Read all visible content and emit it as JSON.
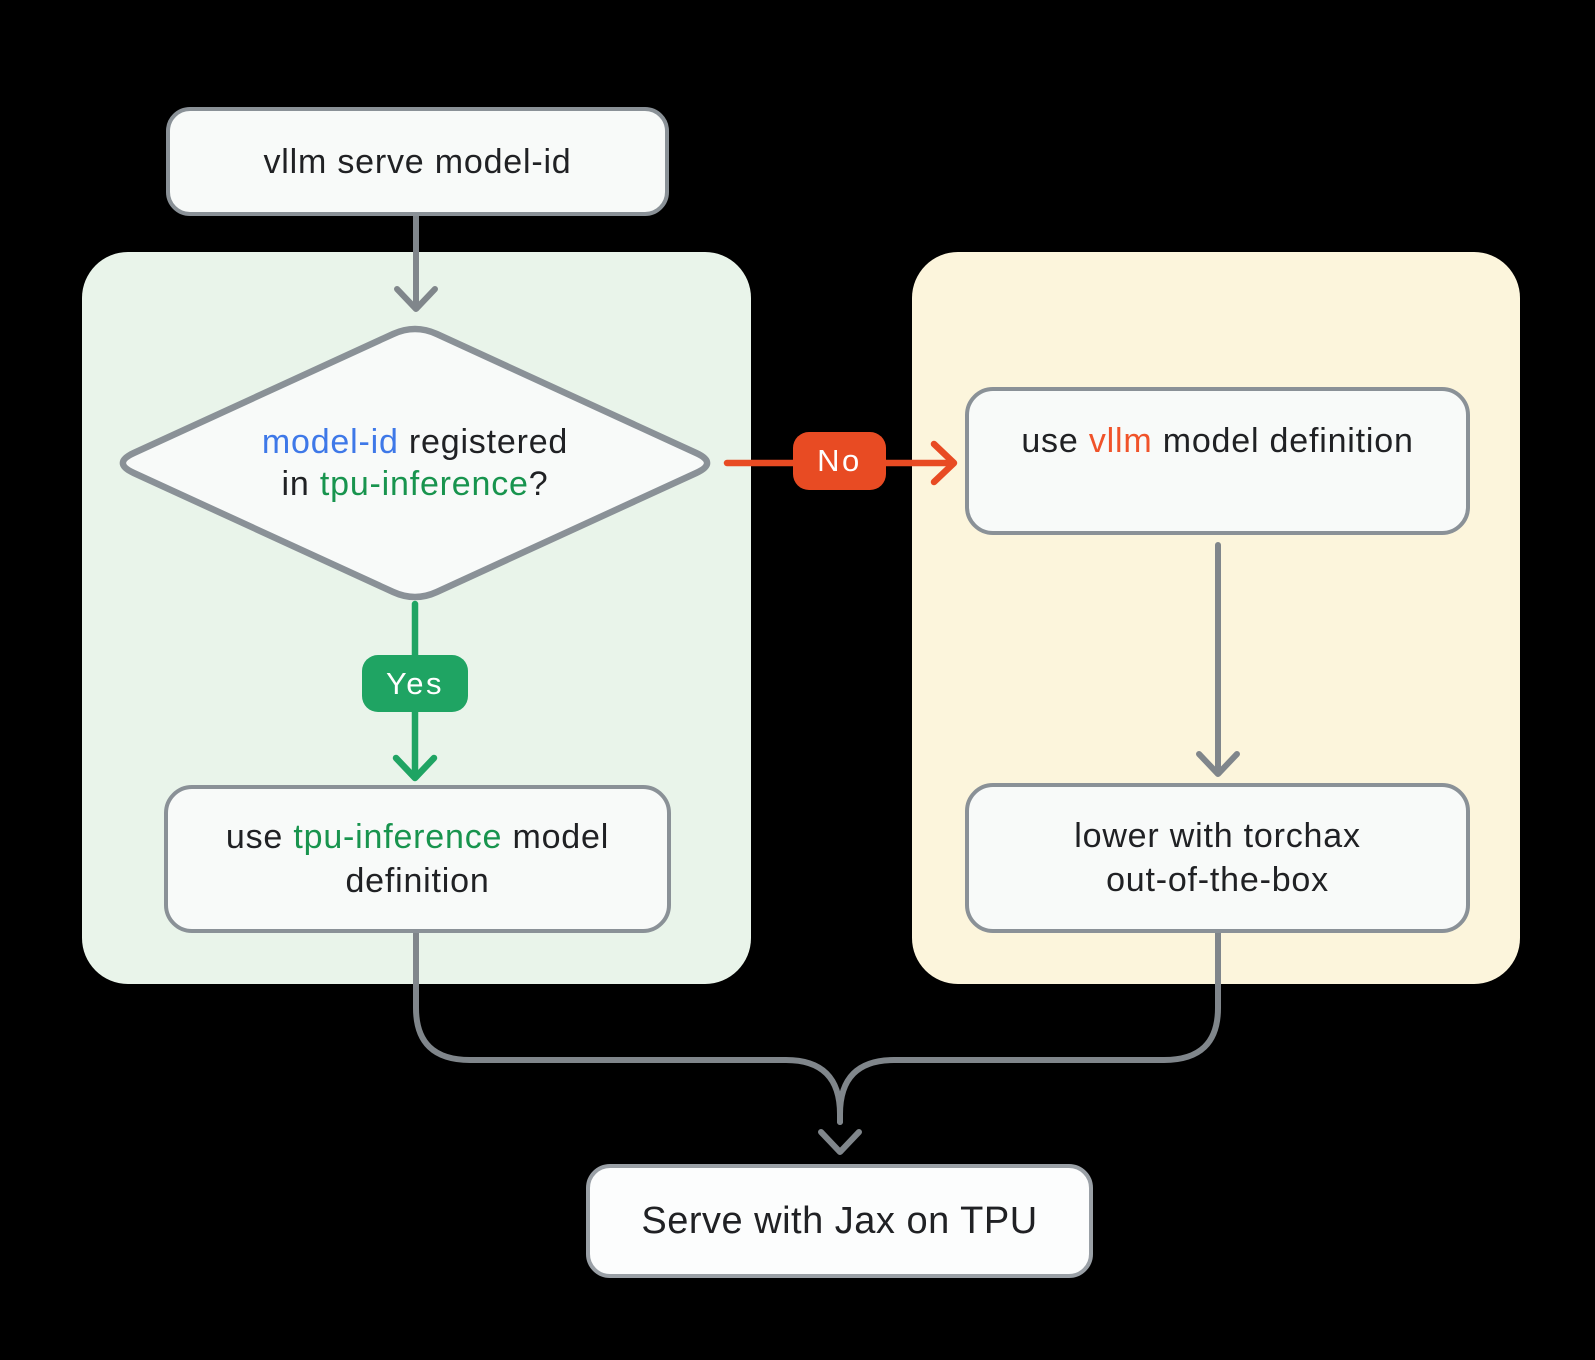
{
  "colors": {
    "background": "#000000",
    "panel_green": "#E9F4EA",
    "panel_yellow": "#FCF5DC",
    "node_fill": "#F8FAF9",
    "node_fill2": "#FCFDFD",
    "node_border": "#8A9197",
    "node_border2": "#9AA0A6",
    "connector_gray": "#80868B",
    "green": "#1FA463",
    "green_text": "#18944E",
    "blue_text": "#3E78E8",
    "orange": "#E84B23",
    "orange_text": "#F0532A",
    "text_dark": "#202124",
    "badge_text": "#FFFFFF"
  },
  "nodes": {
    "start": {
      "label": "vllm serve model-id"
    },
    "decision": {
      "line1": [
        {
          "t": "model-id",
          "c": "blue_text"
        },
        {
          "t": " registered",
          "c": "text_dark"
        }
      ],
      "line2": [
        {
          "t": "in ",
          "c": "text_dark"
        },
        {
          "t": "tpu-inference",
          "c": "green_text"
        },
        {
          "t": "?",
          "c": "text_dark"
        }
      ]
    },
    "use_vllm": {
      "segments": [
        {
          "t": "use ",
          "c": "text_dark"
        },
        {
          "t": "vllm",
          "c": "orange_text"
        },
        {
          "t": " model definition",
          "c": "text_dark"
        }
      ]
    },
    "use_tpu": {
      "line1": [
        {
          "t": "use ",
          "c": "text_dark"
        },
        {
          "t": "tpu-inference",
          "c": "green_text"
        },
        {
          "t": " model",
          "c": "text_dark"
        }
      ],
      "line2": [
        {
          "t": "definition",
          "c": "text_dark"
        }
      ]
    },
    "lower": {
      "line1": [
        {
          "t": "lower with torchax",
          "c": "text_dark"
        }
      ],
      "line2": [
        {
          "t": "out-of-the-box",
          "c": "text_dark"
        }
      ]
    },
    "serve": {
      "label": "Serve with Jax on TPU"
    }
  },
  "edges": {
    "no_label": "No",
    "yes_label": "Yes"
  }
}
